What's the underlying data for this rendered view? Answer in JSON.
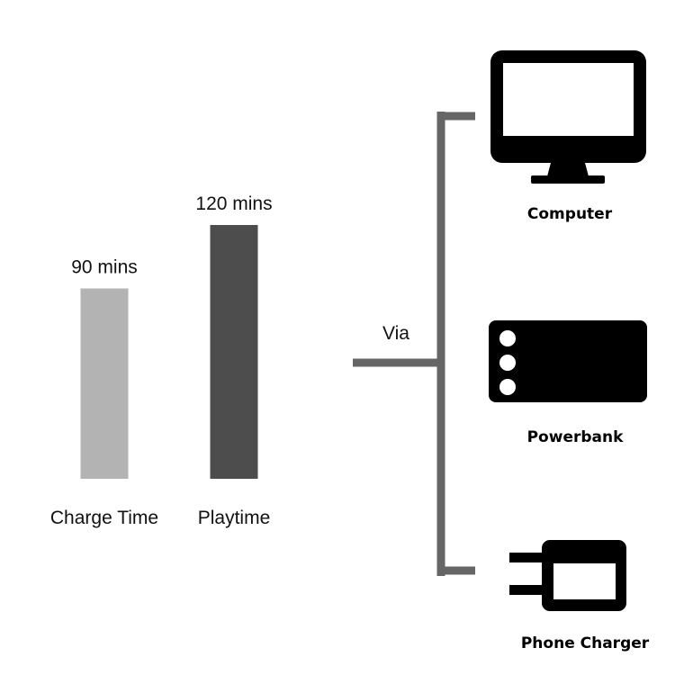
{
  "chart_data": {
    "type": "bar",
    "categories": [
      "Charge Time",
      "Playtime"
    ],
    "values": [
      90,
      120
    ],
    "value_labels": [
      "90 mins",
      "120 mins"
    ],
    "colors": [
      "#b3b3b3",
      "#4d4d4d"
    ]
  },
  "via": {
    "label": "Via",
    "line_color": "#666666"
  },
  "devices": [
    {
      "label": "Computer",
      "icon": "computer-monitor-icon"
    },
    {
      "label": "Powerbank",
      "icon": "powerbank-icon"
    },
    {
      "label": "Phone Charger",
      "icon": "wall-plug-charger-icon"
    }
  ]
}
